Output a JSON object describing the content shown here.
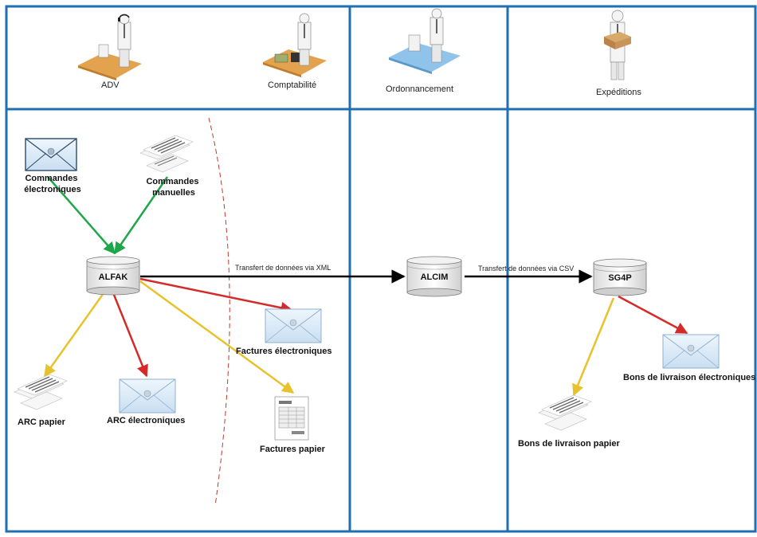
{
  "lanes": {
    "adv": "ADV",
    "comptabilite": "Comptabilité",
    "ordonnancement": "Ordonnancement",
    "expeditions": "Expéditions"
  },
  "systems": {
    "alfak": "ALFAK",
    "alcim": "ALCIM",
    "sg4p": "SG4P"
  },
  "transfers": {
    "xml": "Transfert de données via XML",
    "csv": "Transfert de données via CSV"
  },
  "documents": {
    "commandes_electroniques": [
      "Commandes",
      "électroniques"
    ],
    "commandes_manuelles": [
      "Commandes",
      "manuelles"
    ],
    "arc_papier": "ARC papier",
    "arc_electroniques": "ARC électroniques",
    "factures_electroniques": "Factures électroniques",
    "factures_papier": "Factures papier",
    "bons_livraison_electroniques": "Bons de livraison électroniques",
    "bons_livraison_papier": "Bons de livraison papier"
  },
  "colors": {
    "lane_border": "#1f6fb2",
    "arrow_input": "#1fa64a",
    "arrow_paper": "#e8c22c",
    "arrow_electronic": "#d42a2a",
    "arrow_transfer": "#000000",
    "separator": "#c0392b"
  }
}
